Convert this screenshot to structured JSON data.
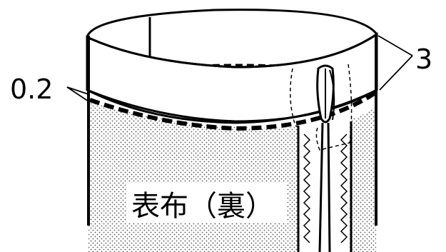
{
  "labels": {
    "left_measure": "0.2",
    "right_measure": "3",
    "fabric": "表布（裏）"
  },
  "colors": {
    "line": "#000000",
    "paper": "#ffffff",
    "dots": "#555555"
  }
}
